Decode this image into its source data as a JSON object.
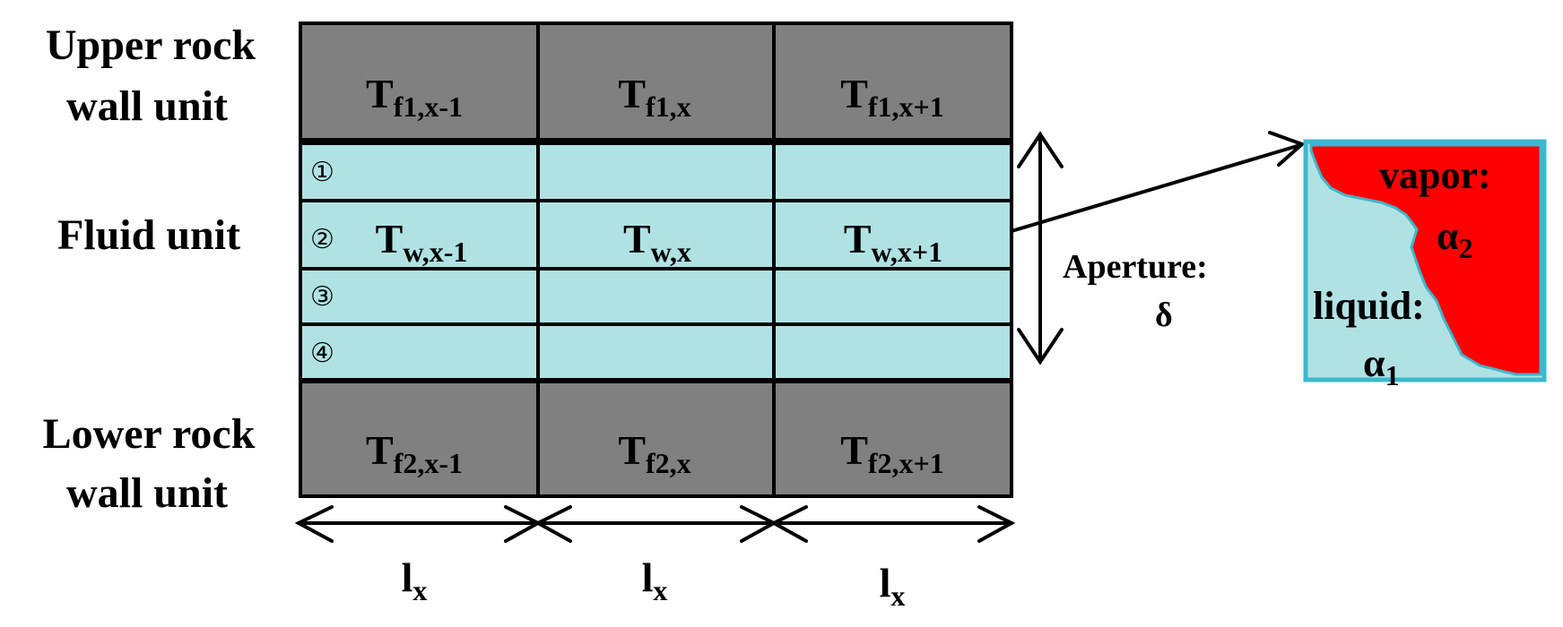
{
  "labels": {
    "upper_rock_line1": "Upper rock",
    "upper_rock_line2": "wall unit",
    "fluid_unit": "Fluid unit",
    "lower_rock_line1": "Lower rock",
    "lower_rock_line2": "wall unit",
    "aperture": "Aperture:",
    "aperture_symbol": "δ",
    "vapor": "vapor:",
    "vapor_alpha": "α",
    "vapor_alpha_sub": "2",
    "liquid": "liquid:",
    "liquid_alpha": "α",
    "liquid_alpha_sub": "1"
  },
  "upper_cells": [
    {
      "main": "T",
      "sub": "f1,x-1"
    },
    {
      "main": "T",
      "sub": "f1,x"
    },
    {
      "main": "T",
      "sub": "f1,x+1"
    }
  ],
  "fluid_cells": [
    {
      "main": "T",
      "sub": "w,x-1"
    },
    {
      "main": "T",
      "sub": "w,x"
    },
    {
      "main": "T",
      "sub": "w,x+1"
    }
  ],
  "lower_cells": [
    {
      "main": "T",
      "sub": "f2,x-1"
    },
    {
      "main": "T",
      "sub": "f2,x"
    },
    {
      "main": "T",
      "sub": "f2,x+1"
    }
  ],
  "layer_markers": [
    "①",
    "②",
    "③",
    "④"
  ],
  "length_labels": [
    {
      "main": "l",
      "sub": "x"
    },
    {
      "main": "l",
      "sub": "x"
    },
    {
      "main": "l",
      "sub": "x"
    }
  ],
  "colors": {
    "rock": "#808080",
    "fluid": "#b0e2e4",
    "vapor": "#ff0000",
    "inset_border": "#3cb8cc",
    "line": "#000000"
  }
}
